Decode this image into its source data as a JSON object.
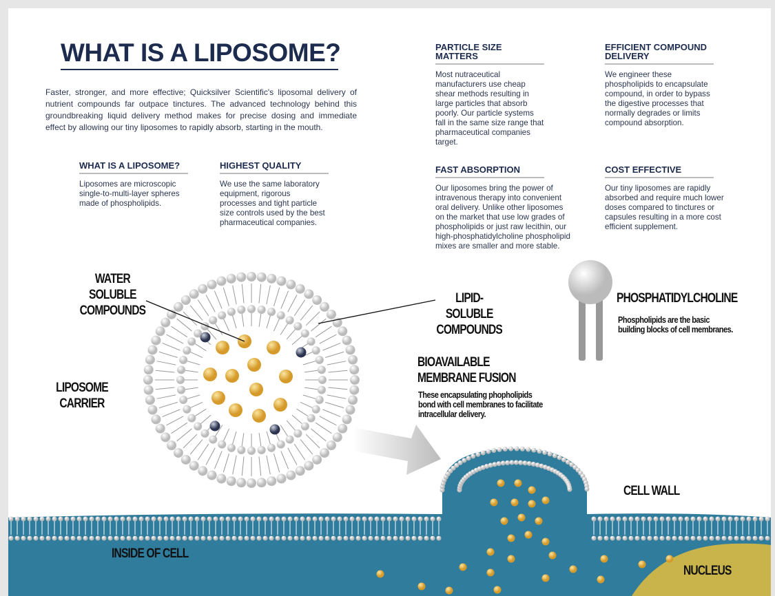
{
  "title": "WHAT IS A LIPOSOME?",
  "intro": "Faster, stronger, and more effective; Quicksilver Scientific's liposomal delivery of nutrient compounds far outpace tinctures.  The advanced technology behind this groundbreaking liquid delivery method makes for precise dosing and immediate effect by allowing our tiny liposomes to rapidly absorb, starting in the mouth.",
  "sections": [
    {
      "heading": "WHAT IS A LIPOSOME?",
      "body": "Liposomes are microscopic single-to-multi-layer spheres made of phospholipids."
    },
    {
      "heading": "HIGHEST QUALITY",
      "body": "We use the same laboratory equipment, rigorous processes and tight particle size controls used by the best pharmaceutical companies."
    },
    {
      "heading": "PARTICLE SIZE MATTERS",
      "body": "Most nutraceutical manufacturers use cheap shear methods resulting in large particles that absorb poorly. Our particle systems fall in the same size range that pharmaceutical companies target."
    },
    {
      "heading": "EFFICIENT COMPOUND DELIVERY",
      "body": "We engineer these phospholipids to encapsulate compound, in order to bypass the digestive processes that normally degrades or limits compound absorption."
    },
    {
      "heading": "FAST ABSORPTION",
      "body": "Our liposomes bring the power of intravenous therapy into convenient oral delivery.  Unlike other liposomes on the market that use low grades of phospholipids or just raw lecithin, our high-phosphatidylcholine phospholipid mixes are smaller and more stable."
    },
    {
      "heading": "COST EFFECTIVE",
      "body": "Our tiny liposomes are rapidly absorbed and require much lower doses compared to tinctures or capsules resulting in a more cost efficient supplement."
    }
  ],
  "diagram": {
    "water_soluble": "WATER SOLUBLE COMPOUNDS",
    "lipid_soluble": "LIPID-SOLUBLE COMPOUNDS",
    "liposome_carrier": "LIPOSOME CARRIER",
    "phosphatidylcholine": "PHOSPHATIDYLCHOLINE",
    "phosphatidylcholine_desc": "Phospholipids are the basic building blocks of cell membranes.",
    "fusion_title": "BIOAVAILABLE MEMBRANE FUSION",
    "fusion_desc": "These encapsulating phopholipids bond with cell membranes to facilitate intracellular delivery.",
    "cell_wall": "CELL WALL",
    "inside_cell": "INSIDE OF CELL",
    "nucleus": "NUCLEUS"
  },
  "colors": {
    "navy": "#1d2b4f",
    "cell": "#2f7c9c",
    "gold": "#e2b23c",
    "nucleus": "#c9b44c"
  }
}
